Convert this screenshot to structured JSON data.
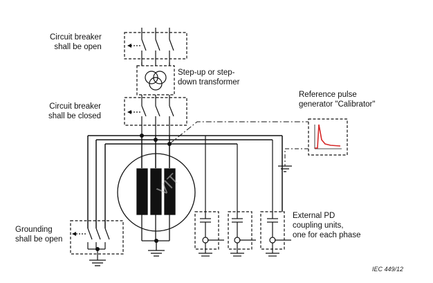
{
  "labels": {
    "breaker_open_top": "Circuit breaker\nshall be open",
    "transformer": "Step-up or step-\ndown transformer",
    "breaker_closed": "Circuit breaker\nshall be closed",
    "calibrator": "Reference pulse\ngenerator \"Calibrator\"",
    "grounding_open": "Grounding\nshall be open",
    "external_pd": "External PD\ncoupling units,\none for each phase"
  },
  "watermark": "VIT",
  "credit": "IEC  449/12",
  "colors": {
    "line": "#111111",
    "pulse": "#d62828",
    "dashed_box": "#111111"
  }
}
